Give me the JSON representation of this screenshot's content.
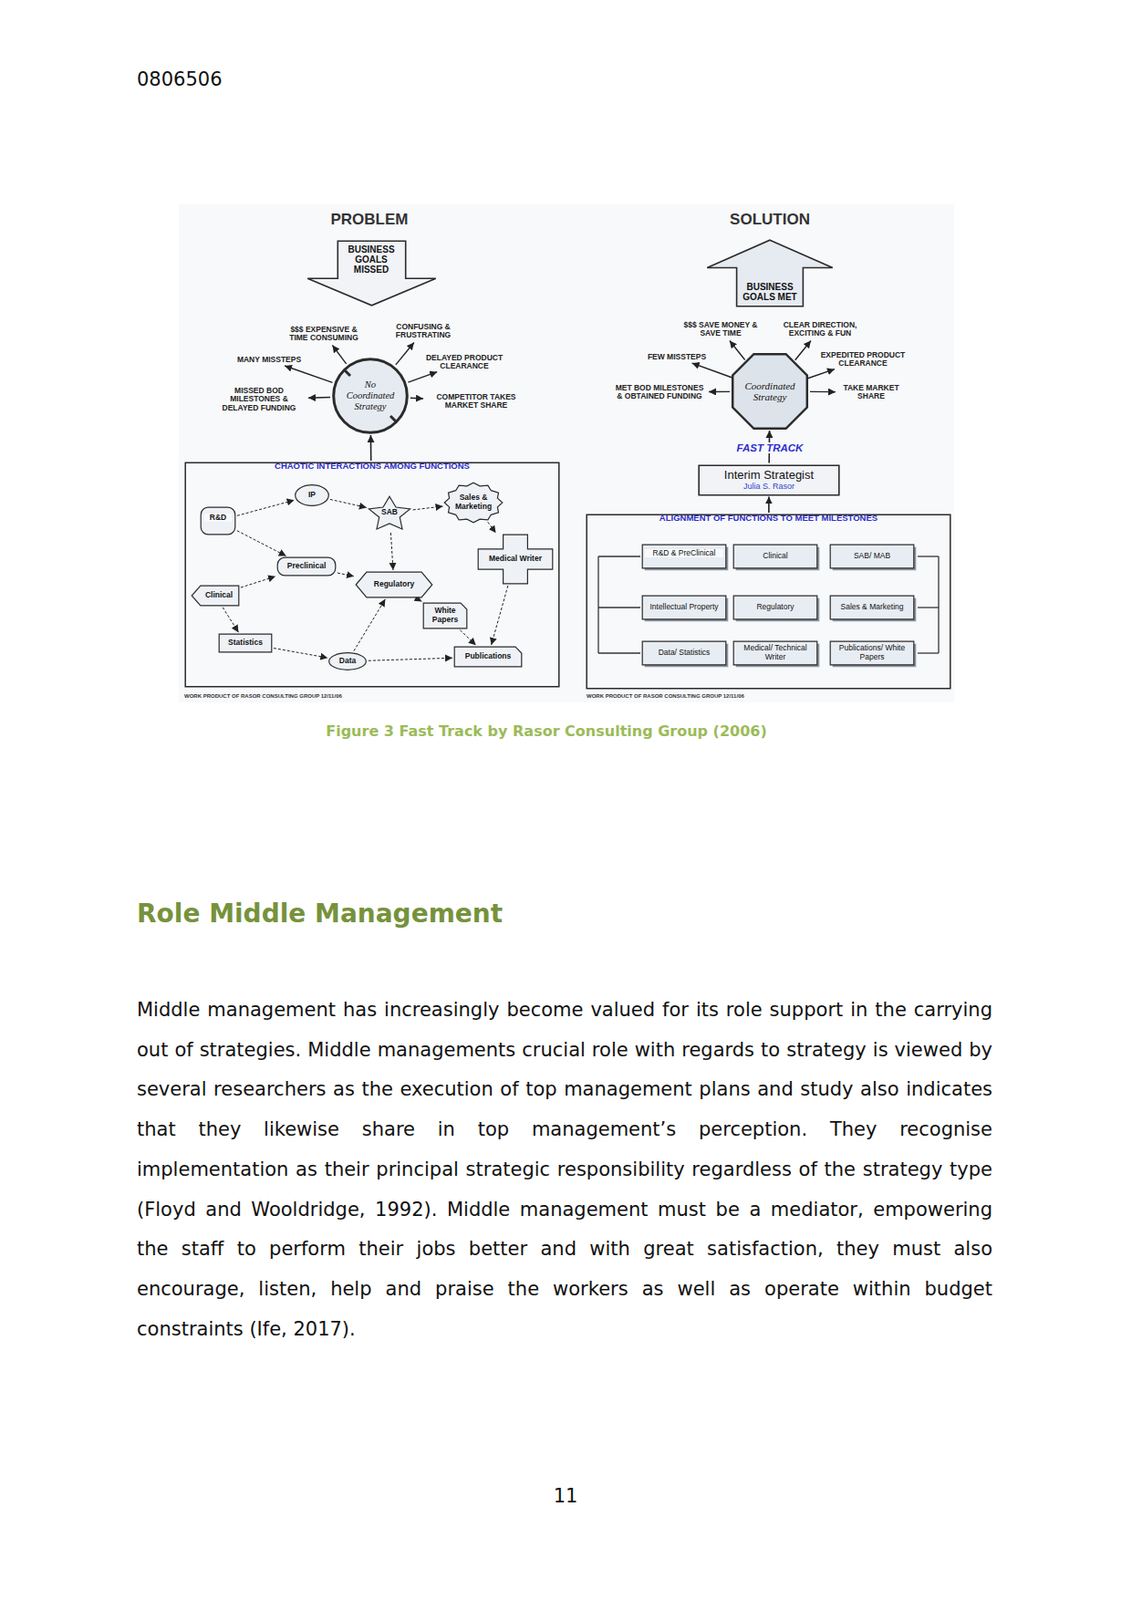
{
  "diagram": {
    "title": "Role Middle Management",
    "caption": "Figure 3 Fast Track by Rasor Consulting Group (2006)",
    "nodes": [
      {
        "text": [
          "BUSINESS GOALS MISSED"
        ]
      },
      {
        "text": [
          "No Coordinated Strategy"
        ]
      },
      {
        "text": [
          "CHAOTIC INTERACTIONS AMONG FUNCTIONS"
        ]
      },
      {
        "text": [
          "R&D"
        ],
        "in": 2
      },
      {
        "text": [
          "IP"
        ],
        "in": 2
      },
      {
        "text": [
          "SAB"
        ],
        "in": 2
      },
      {
        "text": [
          "Sales & Marketing"
        ],
        "in": 2
      },
      {
        "text": [
          "Preclinical"
        ],
        "in": 2
      },
      {
        "text": [
          "Medical Writer"
        ],
        "in": 2
      },
      {
        "text": [
          "Clinical"
        ],
        "in": 2
      },
      {
        "text": [
          "Regulatory"
        ],
        "in": 2
      },
      {
        "text": [
          "White Papers"
        ],
        "in": 2
      },
      {
        "text": [
          "Statistics"
        ],
        "in": 2
      },
      {
        "text": [
          "Data"
        ],
        "in": 2
      },
      {
        "text": [
          "Publications"
        ],
        "in": 2
      },
      {
        "text": [
          "BUSINESS GOALS MET"
        ]
      },
      {
        "text": [
          "Coordinated Strategy"
        ]
      },
      {
        "text": [
          "Interim Strategist",
          "Julia S. Rasor"
        ]
      },
      {
        "text": [
          "ALIGNMENT OF FUNCTIONS TO MEET MILESTONES"
        ]
      },
      {
        "text": [
          "R&D & PreClinical"
        ],
        "in": 18
      },
      {
        "text": [
          "Clinical"
        ],
        "in": 18
      },
      {
        "text": [
          "SAB/ MAB"
        ],
        "in": 18
      },
      {
        "text": [
          "Intellectual Property"
        ],
        "in": 18
      },
      {
        "text": [
          "Regulatory"
        ],
        "in": 18
      },
      {
        "text": [
          "Sales & Marketing"
        ],
        "in": 18
      },
      {
        "text": [
          "Data/ Statistics"
        ],
        "in": 18
      },
      {
        "text": [
          "Medical/ Technical Writer"
        ],
        "in": 18
      },
      {
        "text": [
          "Publications/ White Papers"
        ],
        "in": 18
      }
    ],
    "edges": [
      {
        "from": 2,
        "to": 1,
        "arrow": "to"
      },
      {
        "from": 3,
        "to": 4,
        "arrow": "to"
      },
      {
        "from": 3,
        "to": 7,
        "arrow": "to"
      },
      {
        "from": 4,
        "to": 5,
        "arrow": "to"
      },
      {
        "from": 5,
        "to": 6,
        "arrow": "to"
      },
      {
        "from": 6,
        "to": 8,
        "arrow": "to"
      },
      {
        "from": 7,
        "to": 10,
        "arrow": "to"
      },
      {
        "from": 9,
        "to": 7,
        "arrow": "to"
      },
      {
        "from": 9,
        "to": 12,
        "arrow": "to"
      },
      {
        "from": 12,
        "to": 13,
        "arrow": "to"
      },
      {
        "from": 13,
        "to": 14,
        "arrow": "to"
      },
      {
        "from": 13,
        "to": 10,
        "arrow": "to"
      },
      {
        "from": 10,
        "to": 11,
        "arrow": "to"
      },
      {
        "from": 11,
        "to": 14,
        "arrow": "to"
      },
      {
        "from": 8,
        "to": 14,
        "arrow": "to"
      },
      {
        "from": 5,
        "to": 10,
        "arrow": "to"
      },
      {
        "from": 18,
        "to": 17,
        "arrow": "to"
      },
      {
        "from": 17,
        "to": 16,
        "arrow": "to"
      }
    ],
    "labels": [
      "0806506",
      "PROBLEM",
      "SOLUTION",
      "$$$ EXPENSIVE & TIME CONSUMING",
      "CONFUSING & FRUSTRATING",
      "MANY MISSTEPS",
      "DELAYED PRODUCT CLEARANCE",
      "MISSED BOD MILESTONES & DELAYED FUNDING",
      "COMPETITOR TAKES MARKET SHARE",
      "FAST TRACK",
      "$$$ SAVE MONEY & SAVE TIME",
      "CLEAR DIRECTION, EXCITING & FUN",
      "FEW MISSTEPS",
      "EXPEDITED PRODUCT CLEARANCE",
      "MET BOD MILESTONES & OBTAINED FUNDING",
      "TAKE MARKET SHARE",
      "WORK PRODUCT OF RASOR CONSULTING GROUP 12/11/06",
      "WORK PRODUCT OF RASOR CONSULTING GROUP 12/11/06",
      "Middle management has increasingly become valued for its role support in the carrying out of strategies. Middle managements crucial role with regards to strategy is viewed by several researchers as the execution of top management plans and study also indicates that they likewise share in top management’s perception. They recognise implementation as their principal strategic responsibility regardless of the strategy type (Floyd and Wooldridge, 1992). Middle management must be a mediator, empowering the staff to perform their jobs better and with great satisfaction, they must also encourage, listen, help and praise the workers as well as operate within budget constraints (Ife, 2017).",
      "11"
    ]
  }
}
